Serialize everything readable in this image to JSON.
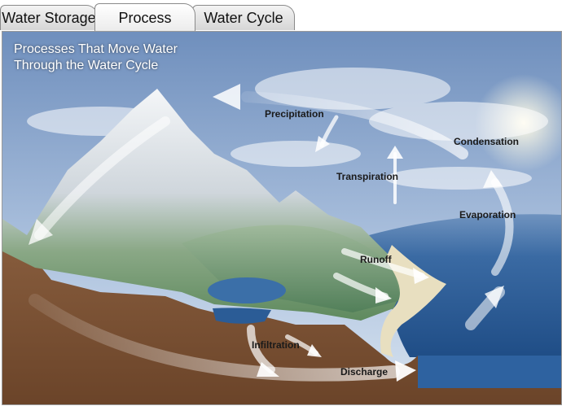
{
  "tabs": [
    {
      "label": "Water Storage"
    },
    {
      "label": "Process"
    },
    {
      "label": "Water Cycle"
    }
  ],
  "active_tab": "Process",
  "scene": {
    "title_line1": "Processes That Move Water",
    "title_line2": "Through the Water Cycle",
    "labels": {
      "precipitation": "Precipitation",
      "condensation": "Condensation",
      "transpiration": "Transpiration",
      "evaporation": "Evaporation",
      "runoff": "Runoff",
      "infiltration": "Infiltration",
      "discharge": "Discharge"
    }
  },
  "colors": {
    "sky_top": "#7f9fc8",
    "sky_bottom": "#c9d8ea",
    "ocean": "#2f5f98",
    "soil": "#7a5236",
    "snow": "#eef2f6",
    "grass": "#6f9a6a"
  }
}
